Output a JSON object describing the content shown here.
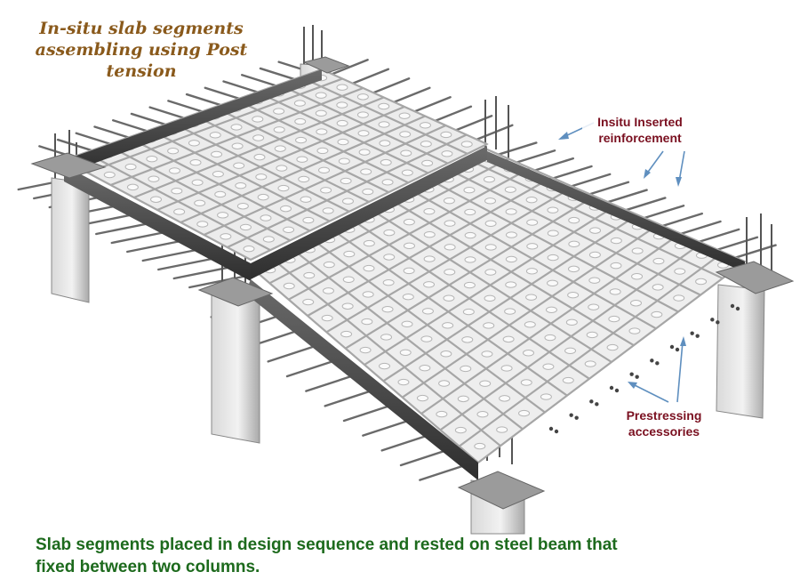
{
  "diagram": {
    "title_lines": [
      "In-situ slab segments",
      "assembling using Post",
      "tension"
    ],
    "labels": {
      "insitu_rebar_lines": [
        "Insitu Inserted",
        "reinforcement"
      ],
      "prestressing_lines": [
        "Prestressing",
        "accessories"
      ]
    },
    "caption_lines": [
      "Slab segments placed in design sequence and rested on steel beam that",
      "fixed between two columns."
    ],
    "colors": {
      "title": "#8a5a1c",
      "callout_text": "#7a1020",
      "caption": "#1d6a1d",
      "arrow": "#5f8fbf",
      "concrete": "#e7e7e7",
      "steel_beam": "#4a4a4a",
      "rebar": "#6a6a6a"
    }
  }
}
